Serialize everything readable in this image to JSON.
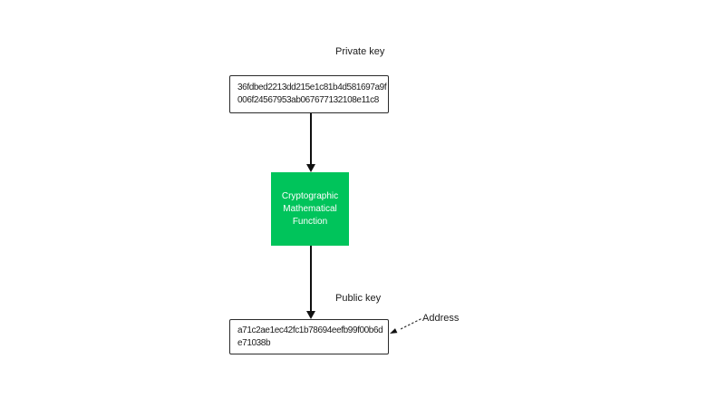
{
  "labels": {
    "private_key": "Private key",
    "public_key": "Public key",
    "address": "Address"
  },
  "private_key_box": {
    "lines": [
      "36fdbed2213dd215e1c81b4d581697a9f",
      "006f24567953ab067677132108e11c8"
    ]
  },
  "function_box": {
    "lines": [
      "Cryptographic",
      "Mathematical",
      "Function"
    ],
    "background_color": "#00c45b",
    "text_color": "#ffffff"
  },
  "public_key_box": {
    "lines": [
      "a71c2ae1ec42fc1b78694eefb99f00b6d",
      "e71038b"
    ]
  },
  "colors": {
    "box_border": "#2b2b2b",
    "text": "#1c1c1c",
    "arrow": "#111111"
  }
}
